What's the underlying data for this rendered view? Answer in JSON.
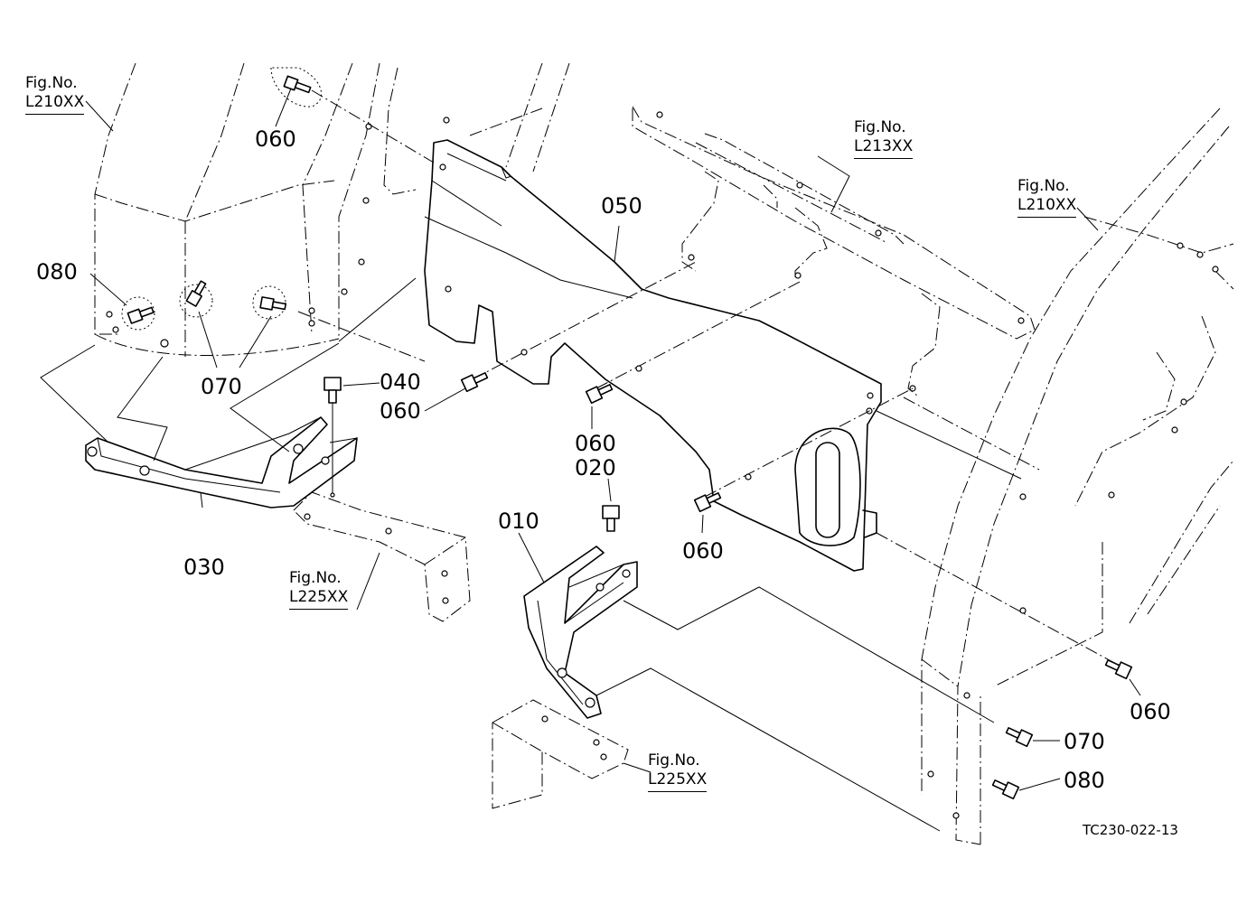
{
  "figure_refs": [
    {
      "prefix": "Fig.No.",
      "code": "L210XX"
    },
    {
      "prefix": "Fig.No.",
      "code": "L213XX"
    },
    {
      "prefix": "Fig.No.",
      "code": "L210XX"
    },
    {
      "prefix": "Fig.No.",
      "code": "L225XX"
    },
    {
      "prefix": "Fig.No.",
      "code": "L225XX"
    }
  ],
  "part_labels": [
    "060",
    "080",
    "070",
    "050",
    "040",
    "060",
    "060",
    "030",
    "020",
    "010",
    "060",
    "060",
    "070",
    "080"
  ],
  "drawing_code": "TC230-022-13"
}
